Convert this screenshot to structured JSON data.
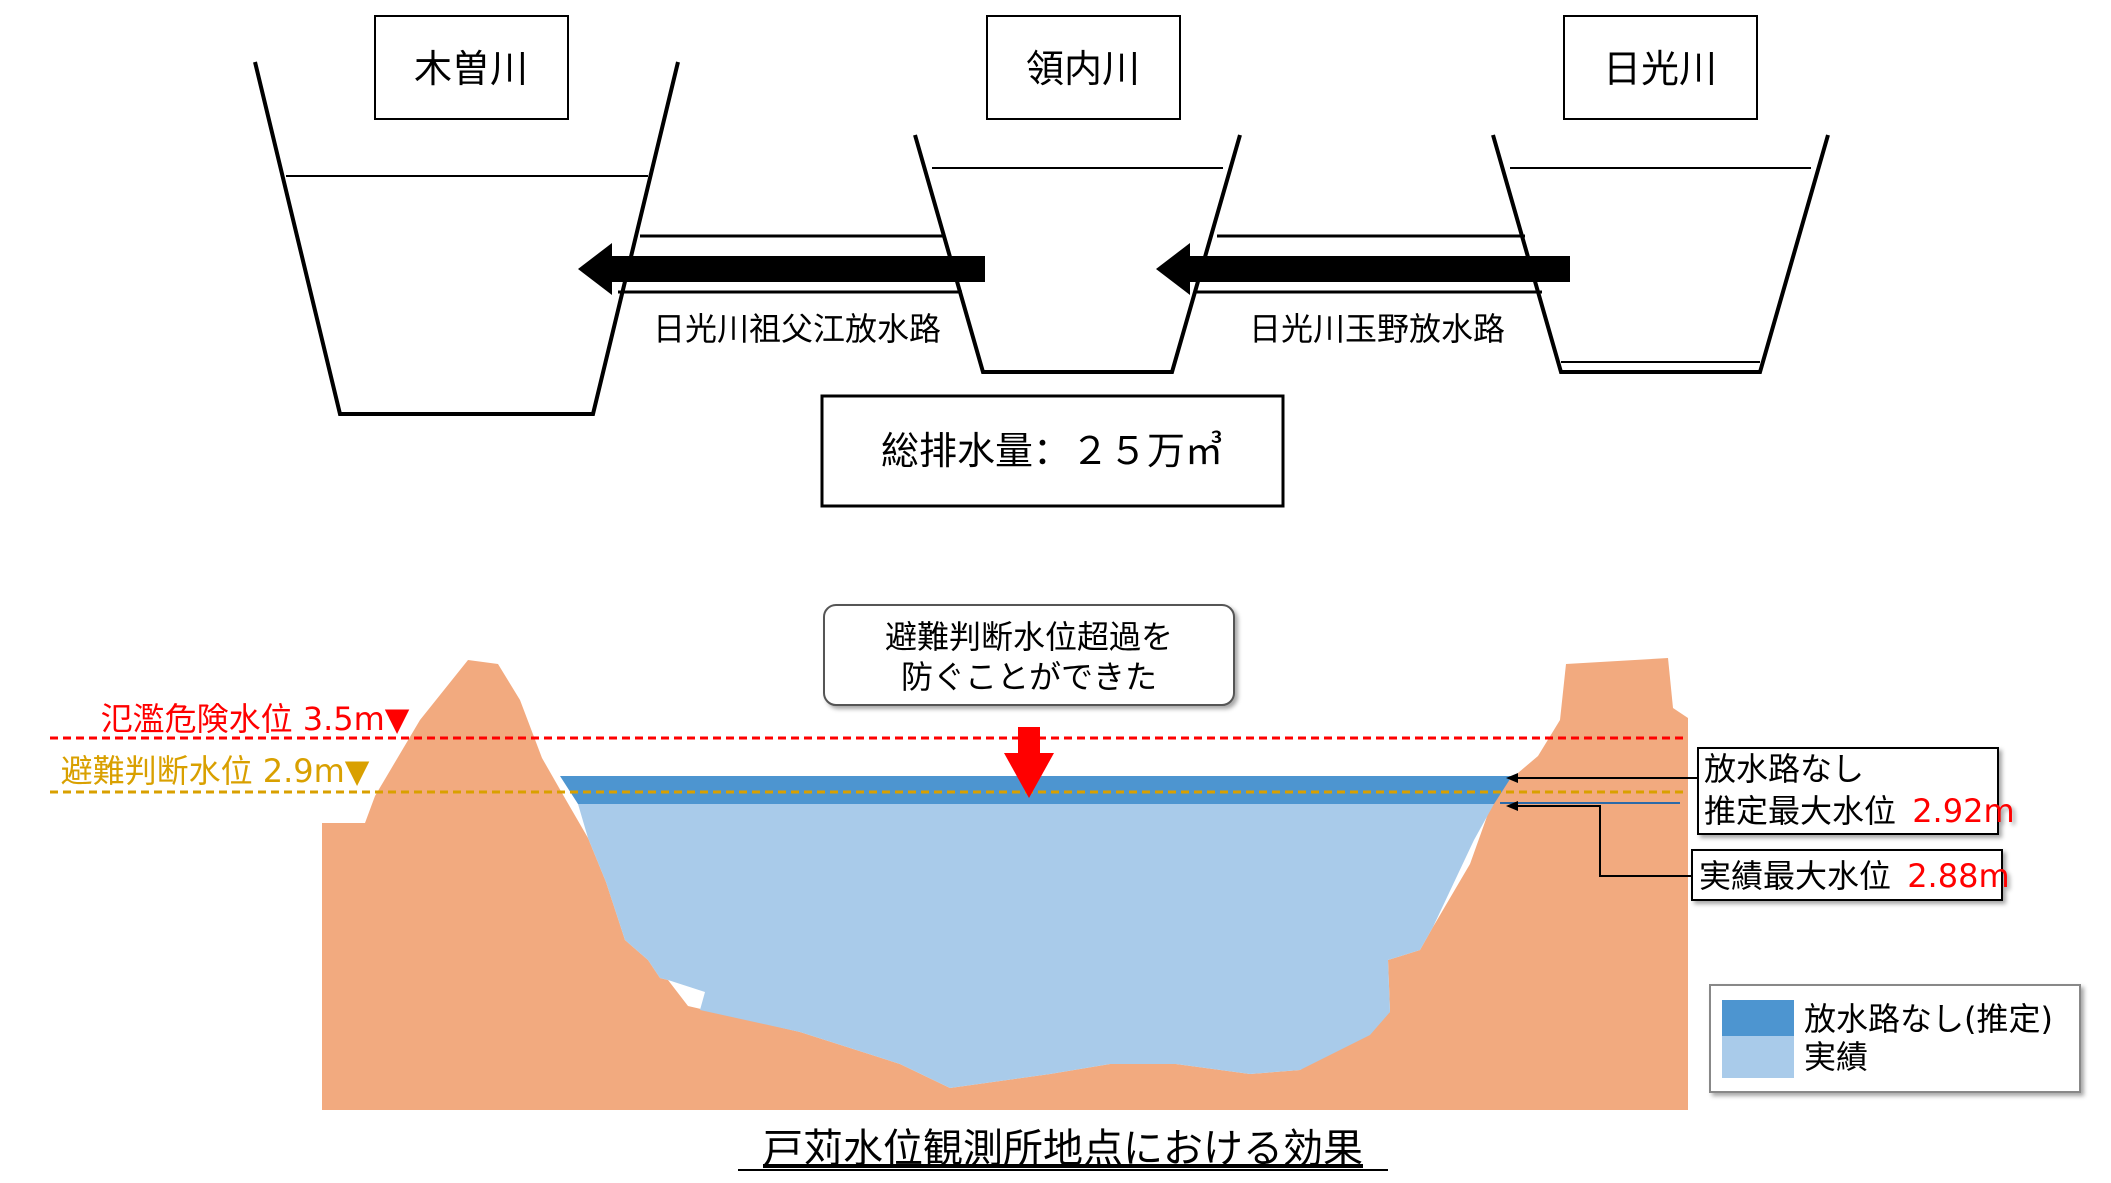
{
  "rivers": {
    "left": "木曽川",
    "center": "領内川",
    "right": "日光川"
  },
  "channels": {
    "left": "日光川祖父江放水路",
    "right": "日光川玉野放水路"
  },
  "total_discharge": "総排水量：２５万㎥",
  "callout": {
    "line1": "避難判断水位超過を",
    "line2": "防ぐことができた"
  },
  "levels": {
    "flood_danger": "氾濫危険水位 3.5m▼",
    "evacuation": "避難判断水位 2.9m▼"
  },
  "estimate_box": {
    "line1": "放水路なし",
    "line2_label": "推定最大水位",
    "line2_value": "2.92m"
  },
  "actual_box": {
    "label": "実績最大水位",
    "value": "2.88m"
  },
  "legend": {
    "item1": "放水路なし(推定)",
    "item2": "実績"
  },
  "caption": "戸苅水位観測所地点における効果",
  "colors": {
    "ground": "#f2aa7f",
    "water_actual": "#a9cbea",
    "water_estimate": "#4d95d0",
    "danger_red": "#ff0000",
    "evac_gold": "#d9a000",
    "value_red": "#ff0000"
  }
}
